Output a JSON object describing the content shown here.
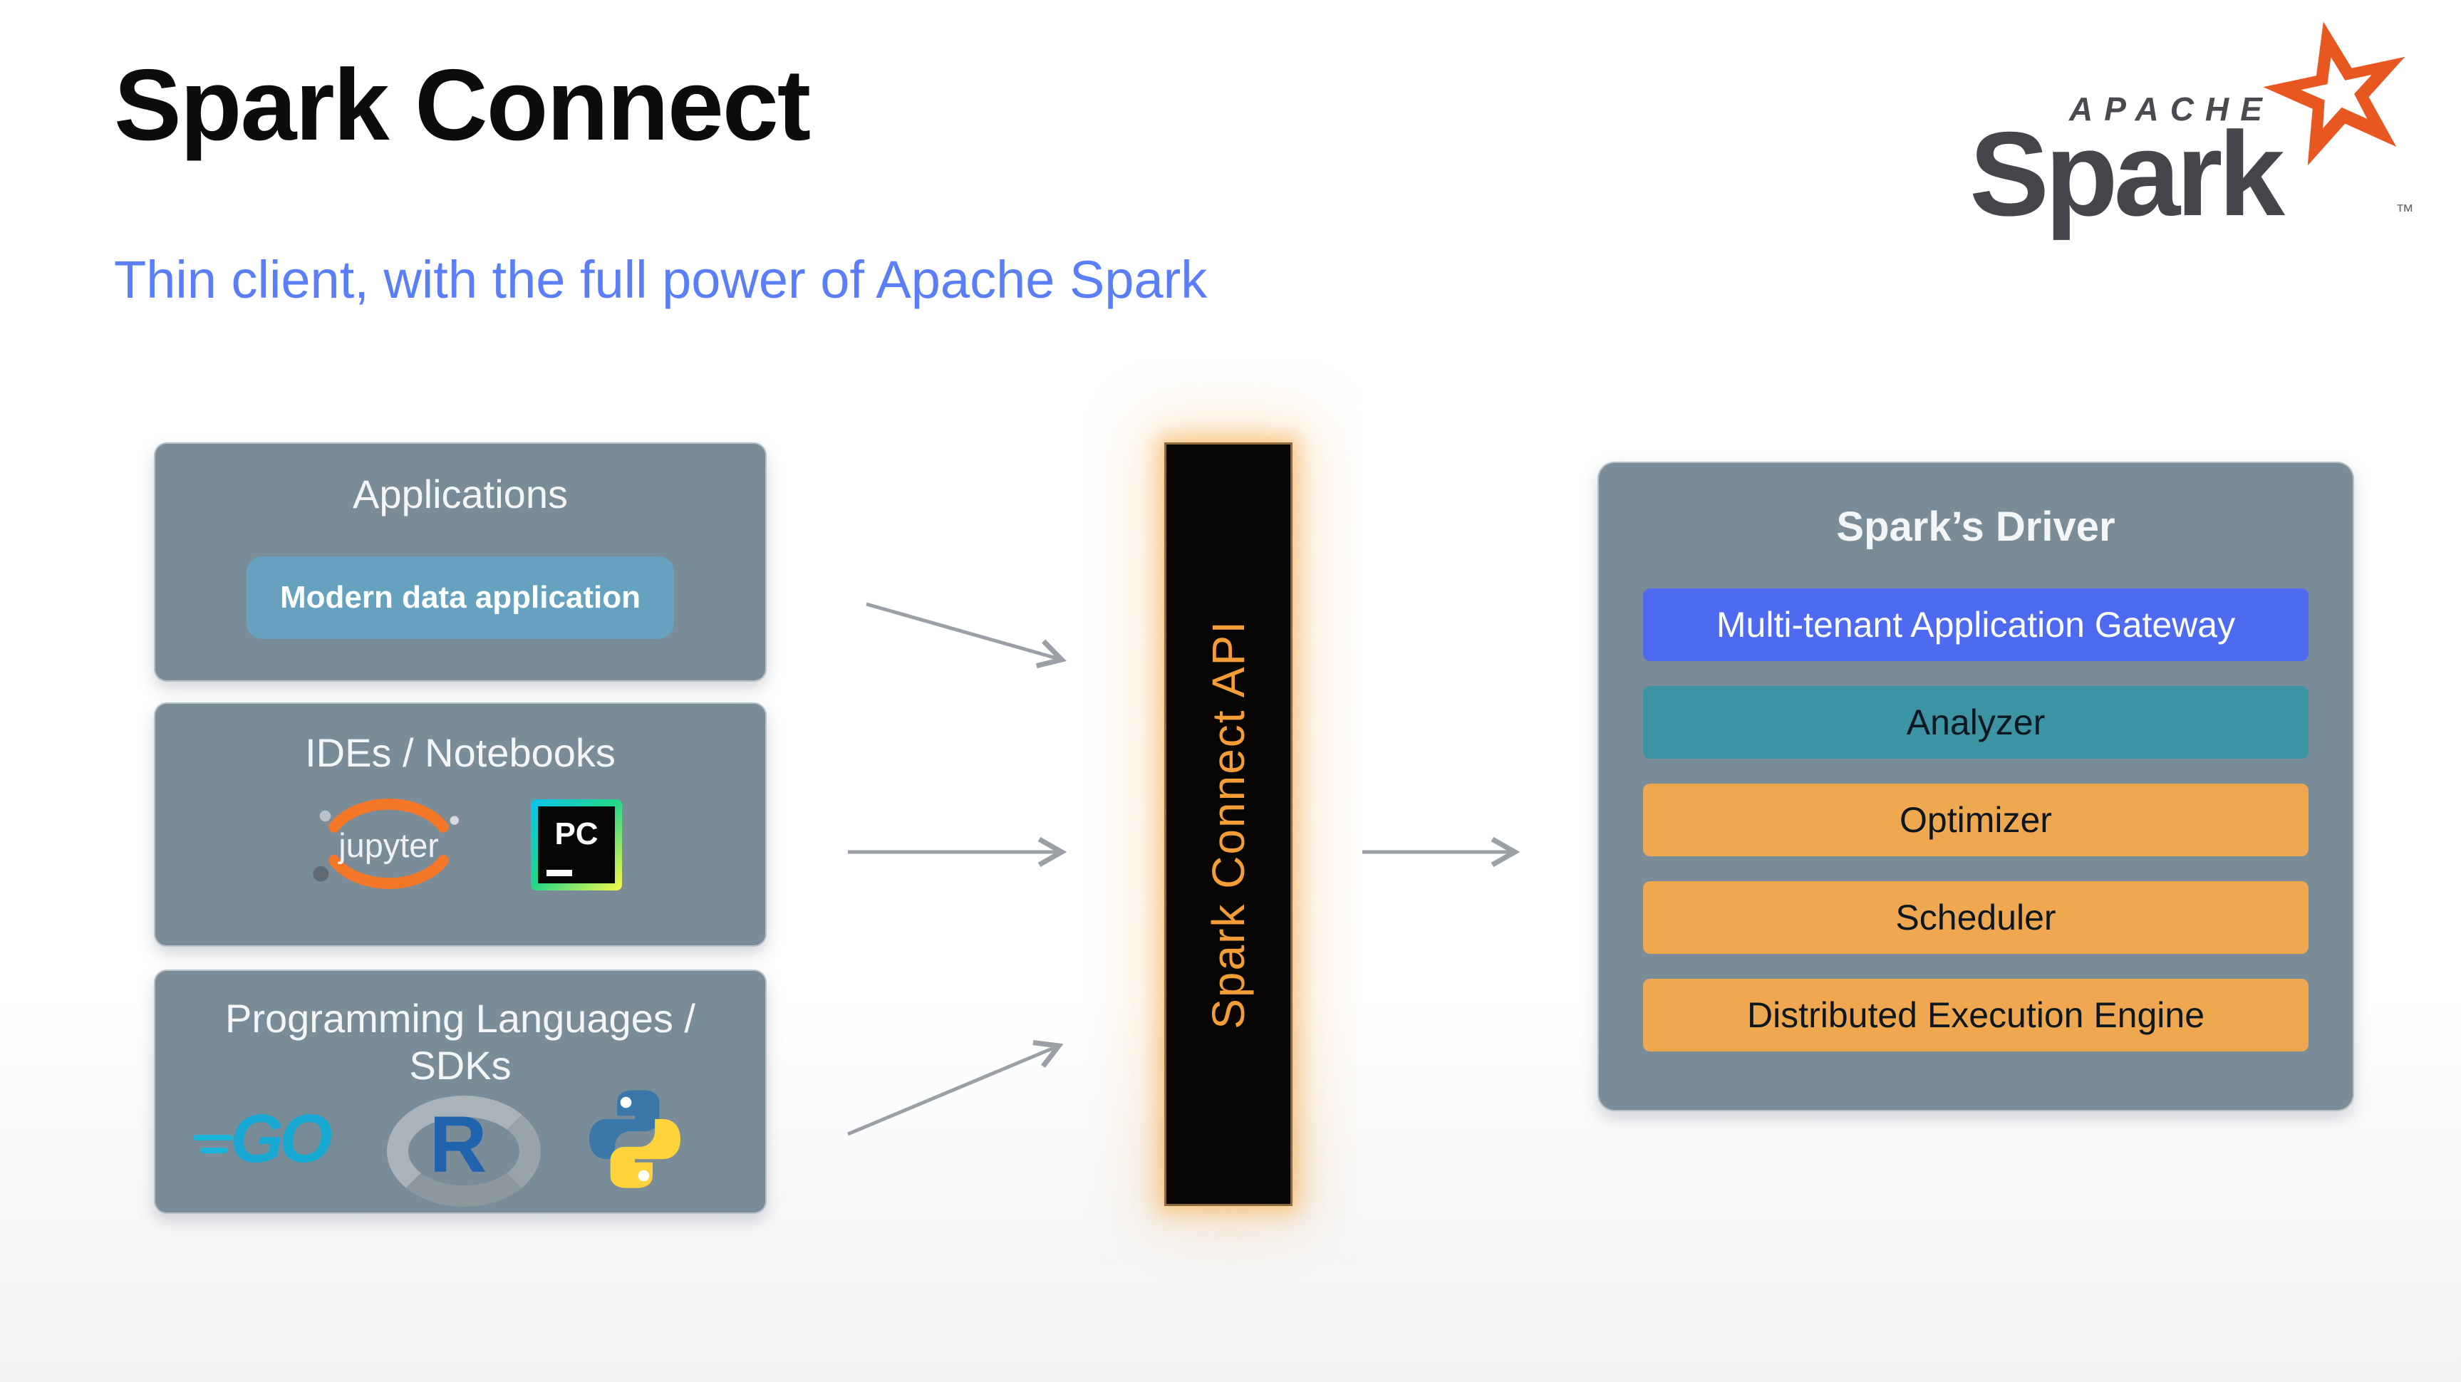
{
  "page": {
    "title": "Spark Connect",
    "subtitle": "Thin client, with the full power of Apache Spark"
  },
  "spark_logo": {
    "apache": "APACHE",
    "wordmark": "Spark",
    "trademark": "™",
    "star_color": "#e8571f"
  },
  "left_boxes": [
    {
      "title": "Applications",
      "chip": "Modern data application"
    },
    {
      "title": "IDEs / Notebooks",
      "icons": [
        "jupyter-logo",
        "pycharm-logo"
      ],
      "jupyter_label": "jupyter",
      "pycharm_label": "PC"
    },
    {
      "title": "Programming Languages / SDKs",
      "icons": [
        "go-logo",
        "r-logo",
        "python-logo"
      ],
      "go_label": "GO",
      "r_label": "R"
    }
  ],
  "connector": {
    "label": "Spark Connect API",
    "background": "#070605",
    "text_color": "#f49d37",
    "glow_color": "#f2a94e"
  },
  "driver": {
    "title": "Spark’s Driver",
    "layers": [
      {
        "label": "Multi-tenant Application Gateway",
        "color": "#4e6af1",
        "text_color": "#ffffff"
      },
      {
        "label": "Analyzer",
        "color": "#3c93a4",
        "text_color": "#0d1720"
      },
      {
        "label": "Optimizer",
        "color": "#f0a850",
        "text_color": "#0d1720"
      },
      {
        "label": "Scheduler",
        "color": "#f0a850",
        "text_color": "#0d1720"
      },
      {
        "label": "Distributed Execution Engine",
        "color": "#f0a850",
        "text_color": "#0d1720"
      }
    ]
  },
  "colors": {
    "panel_gray": "#7b8c99",
    "chip_blue": "#66a2bf",
    "subtitle_blue": "#5a7df8",
    "arrow_gray": "#9aa0a6",
    "background": "#ffffff"
  }
}
